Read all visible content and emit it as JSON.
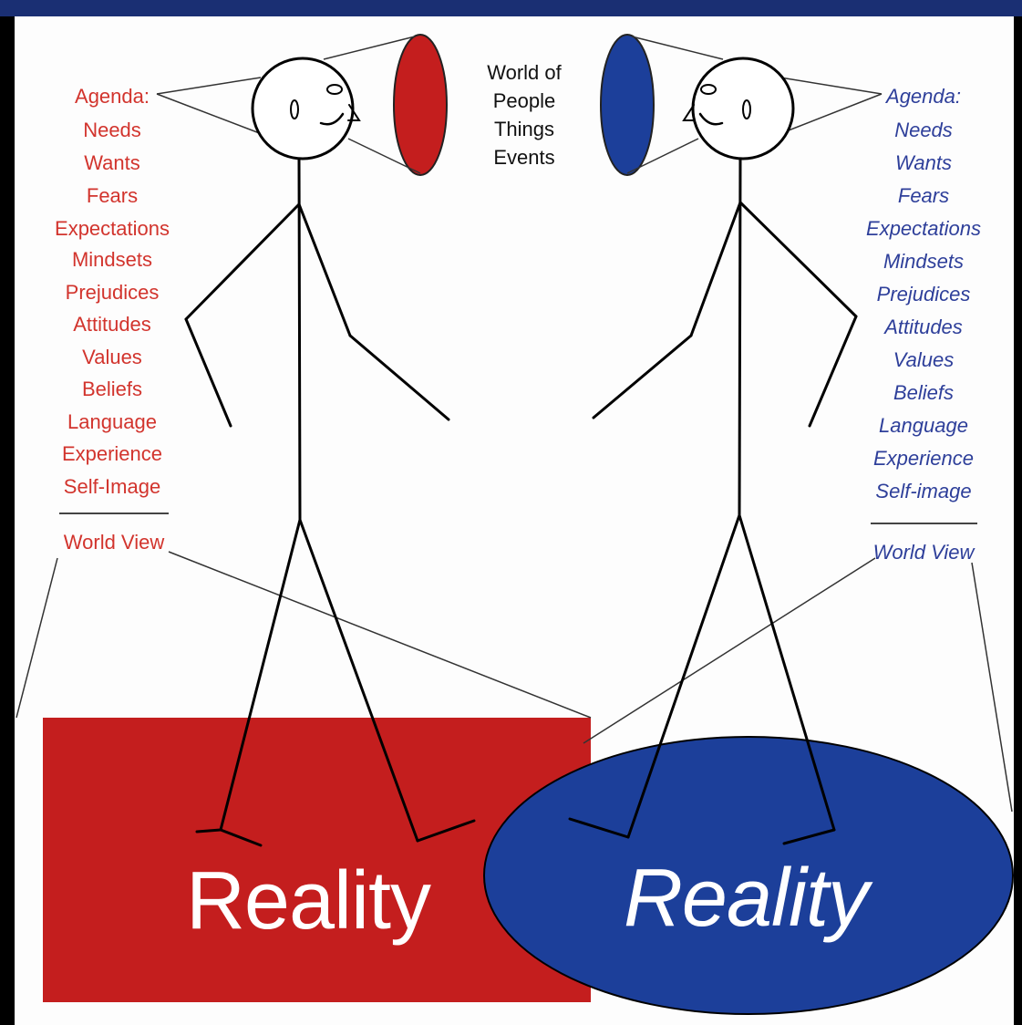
{
  "colors": {
    "red": "#c41e1e",
    "red_text": "#d2342d",
    "blue": "#1c3f9a",
    "blue_text": "#2e3f9a",
    "frame": "#1a2f73",
    "paper": "#fdfdfd"
  },
  "center": {
    "lines": [
      "World of",
      "People",
      "Things",
      "Events"
    ]
  },
  "left": {
    "items": [
      "Agenda:",
      "Needs",
      "Wants",
      "Fears",
      "Expectations",
      "Mindsets",
      "Prejudices",
      "Attitudes",
      "Values",
      "Beliefs",
      "Language",
      "Experience",
      "Self-Image"
    ],
    "world_view": "World View",
    "reality": "Reality"
  },
  "right": {
    "items": [
      "Agenda:",
      "Needs",
      "Wants",
      "Fears",
      "Expectations",
      "Mindsets",
      "Prejudices",
      "Attitudes",
      "Values",
      "Beliefs",
      "Language",
      "Experience",
      "Self-image"
    ],
    "world_view": "World View",
    "reality": "Reality"
  }
}
